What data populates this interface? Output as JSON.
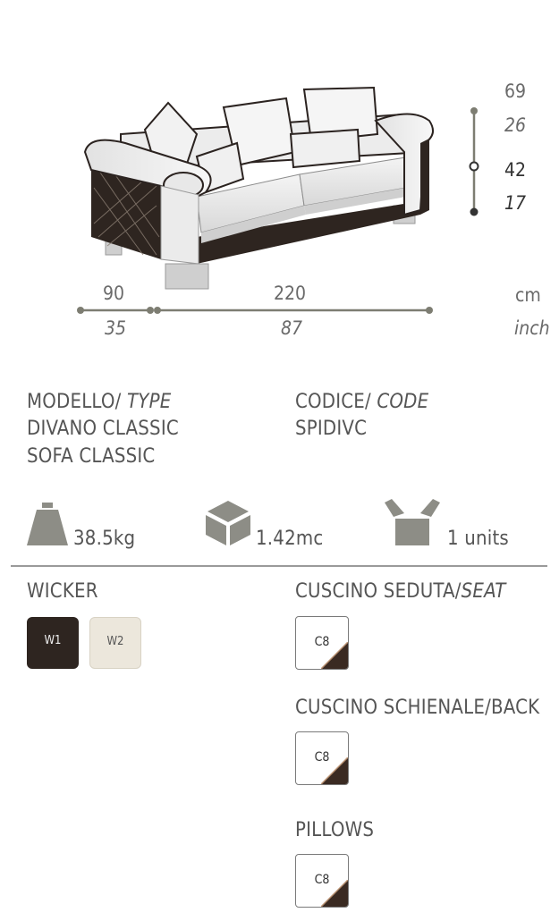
{
  "dimensions": {
    "height_cm_total": "69",
    "height_inch_total": "26",
    "height_cm_seat": "42",
    "height_inch_seat": "17",
    "depth_cm": "90",
    "depth_inch": "35",
    "width_cm": "220",
    "width_inch": "87",
    "unit_cm": "cm",
    "unit_inch": "inch"
  },
  "product": {
    "model_label": "MODELLO/",
    "model_label_en": "TYPE",
    "model_name_it": "DIVANO CLASSIC",
    "model_name_en": "SOFA CLASSIC",
    "code_label": "CODICE/",
    "code_label_en": "CODE",
    "code_value": "SPIDIVC"
  },
  "specs": {
    "weight": "38.5kg",
    "volume": "1.42mc",
    "units": "1 units"
  },
  "wicker": {
    "title": "WICKER",
    "options": [
      {
        "label": "W1",
        "color": "#2e2520"
      },
      {
        "label": "W2",
        "color": "#ece7dc"
      }
    ]
  },
  "seat": {
    "title": "CUSCINO SEDUTA/",
    "title_en": "SEAT",
    "code": "C8"
  },
  "back": {
    "title": "CUSCINO SCHIENALE/BACK",
    "code": "C8"
  },
  "pillows": {
    "title": "PILLOWS",
    "code": "C8"
  },
  "colors": {
    "text": "#555555",
    "icon": "#8d8d86",
    "line": "#7d7d72",
    "divider": "#9a9a9a"
  }
}
